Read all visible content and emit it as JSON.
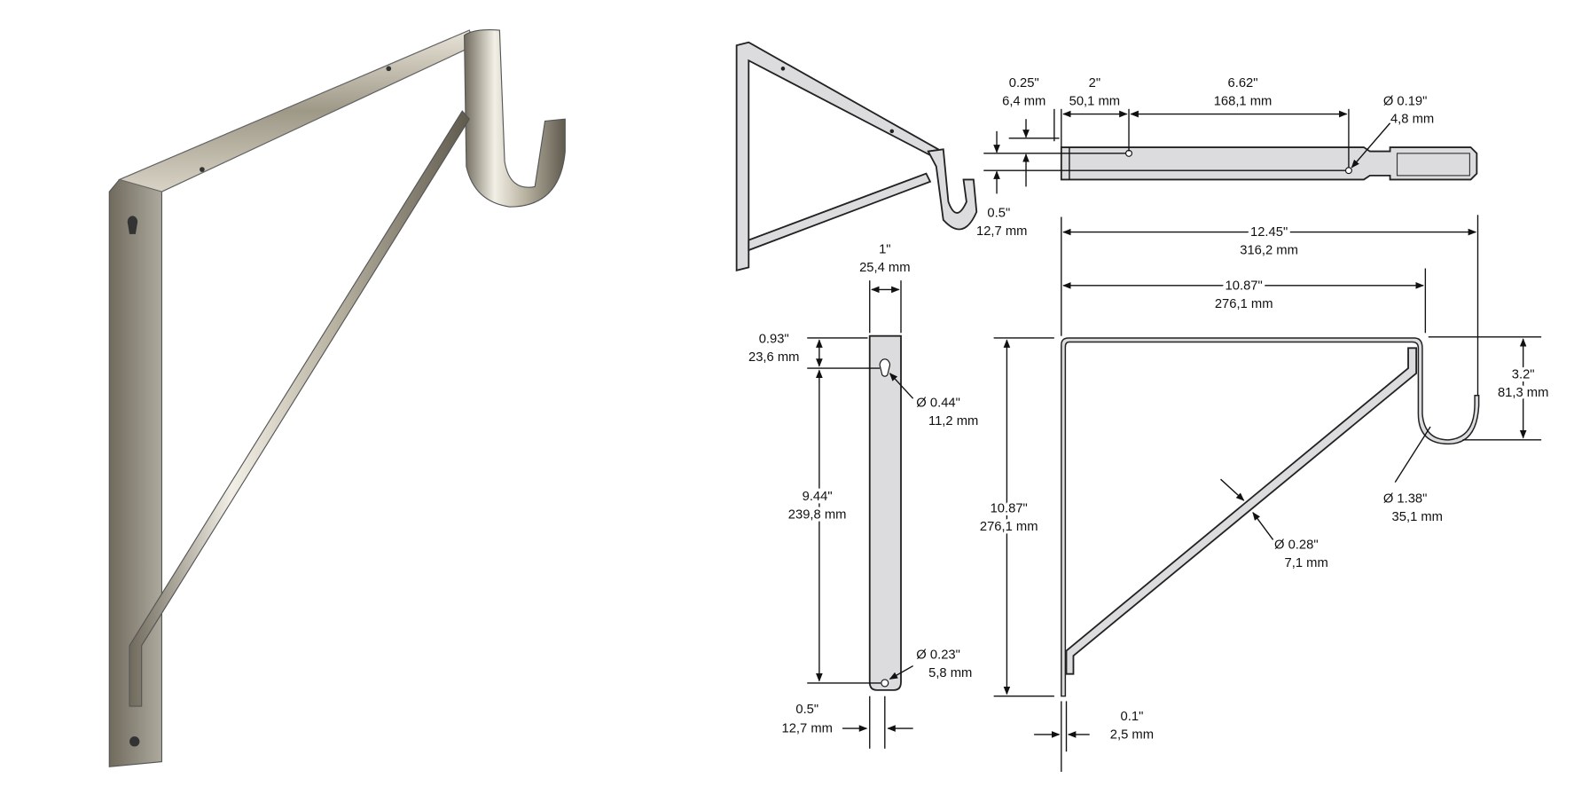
{
  "photo": {
    "description_label": "shelf-bracket-photo"
  },
  "colors": {
    "metal_light": "#f2efe6",
    "metal_dark": "#6f6a5c",
    "part_fill": "#dcdcdf",
    "line": "#111111"
  },
  "top_view": {
    "edge_offset": {
      "in": "0.25\"",
      "mm": "6,4 mm"
    },
    "first_hole": {
      "in": "2\"",
      "mm": "50,1 mm"
    },
    "hole_spacing": {
      "in": "6.62\"",
      "mm": "168,1 mm"
    },
    "hole_diameter": {
      "in": "Ø 0.19\"",
      "mm": "4,8 mm"
    },
    "hole_offset": {
      "in": "0.5\"",
      "mm": "12,7 mm"
    }
  },
  "side_view": {
    "overall_length": {
      "in": "12.45\"",
      "mm": "316,2 mm"
    },
    "arm_length": {
      "in": "10.87\"",
      "mm": "276,1 mm"
    },
    "height": {
      "in": "10.87\"",
      "mm": "276,1 mm"
    },
    "thickness": {
      "in": "0.1\"",
      "mm": "2,5 mm"
    },
    "rod_diameter": {
      "in": "Ø 0.28\"",
      "mm": "7,1 mm"
    },
    "hook_diameter": {
      "in": "Ø 1.38\"",
      "mm": "35,1 mm"
    },
    "hook_depth": {
      "in": "3.2\"",
      "mm": "81,3 mm"
    }
  },
  "back_view": {
    "width": {
      "in": "1\"",
      "mm": "25,4 mm"
    },
    "keyhole_offset": {
      "in": "0.93\"",
      "mm": "23,6 mm"
    },
    "keyhole_diameter": {
      "in": "Ø 0.44\"",
      "mm": "11,2 mm"
    },
    "hole_spacing": {
      "in": "9.44\"",
      "mm": "239,8 mm"
    },
    "hole_diameter": {
      "in": "Ø 0.23\"",
      "mm": "5,8 mm"
    },
    "hole_offset": {
      "in": "0.5\"",
      "mm": "12,7 mm"
    }
  }
}
